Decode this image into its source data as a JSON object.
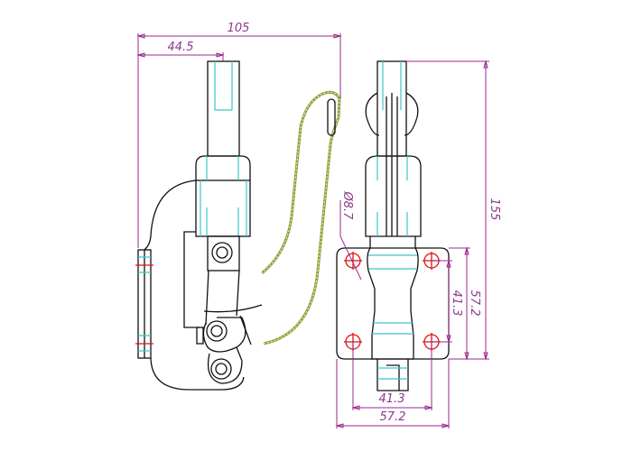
{
  "drawing": {
    "title": "Push-pull toggle clamp technical drawing",
    "dimensions": {
      "overall_width": "105",
      "rod_offset": "44.5",
      "overall_height": "155",
      "hole_diameter": "Ø8.7",
      "base_outer_vertical": "57.2",
      "hole_pitch_vertical": "41.3",
      "hole_pitch_horizontal": "41.3",
      "base_outer_horizontal": "57.2"
    },
    "colors": {
      "outline": "#111111",
      "centerline": "#3cc4cc",
      "dimension": "#9b2a8c",
      "hole": "#e01010",
      "handle": "#8aa23a"
    }
  }
}
